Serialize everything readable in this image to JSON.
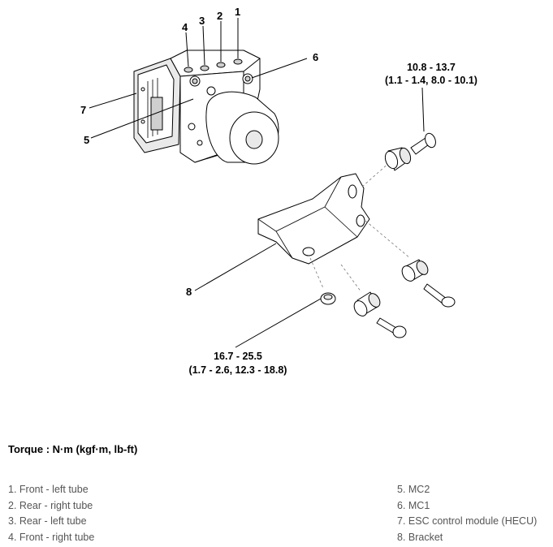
{
  "diagram": {
    "callouts": [
      "1",
      "2",
      "3",
      "4",
      "5",
      "6",
      "7",
      "8"
    ],
    "torque_top": {
      "value": "10.8 - 13.7",
      "alt": "(1.1 - 1.4, 8.0 - 10.1)"
    },
    "torque_bottom": {
      "value": "16.7 - 25.5",
      "alt": "(1.7 - 2.6, 12.3 - 18.8)"
    }
  },
  "torque_heading": "Torque : N·m (kgf·m, lb-ft)",
  "legend": {
    "left": [
      "1. Front - left tube",
      "2. Rear - right tube",
      "3. Rear - left tube",
      "4. Front - right tube"
    ],
    "right": [
      "5. MC2",
      "6. MC1",
      "7. ESC control module (HECU)",
      "8. Bracket"
    ]
  }
}
